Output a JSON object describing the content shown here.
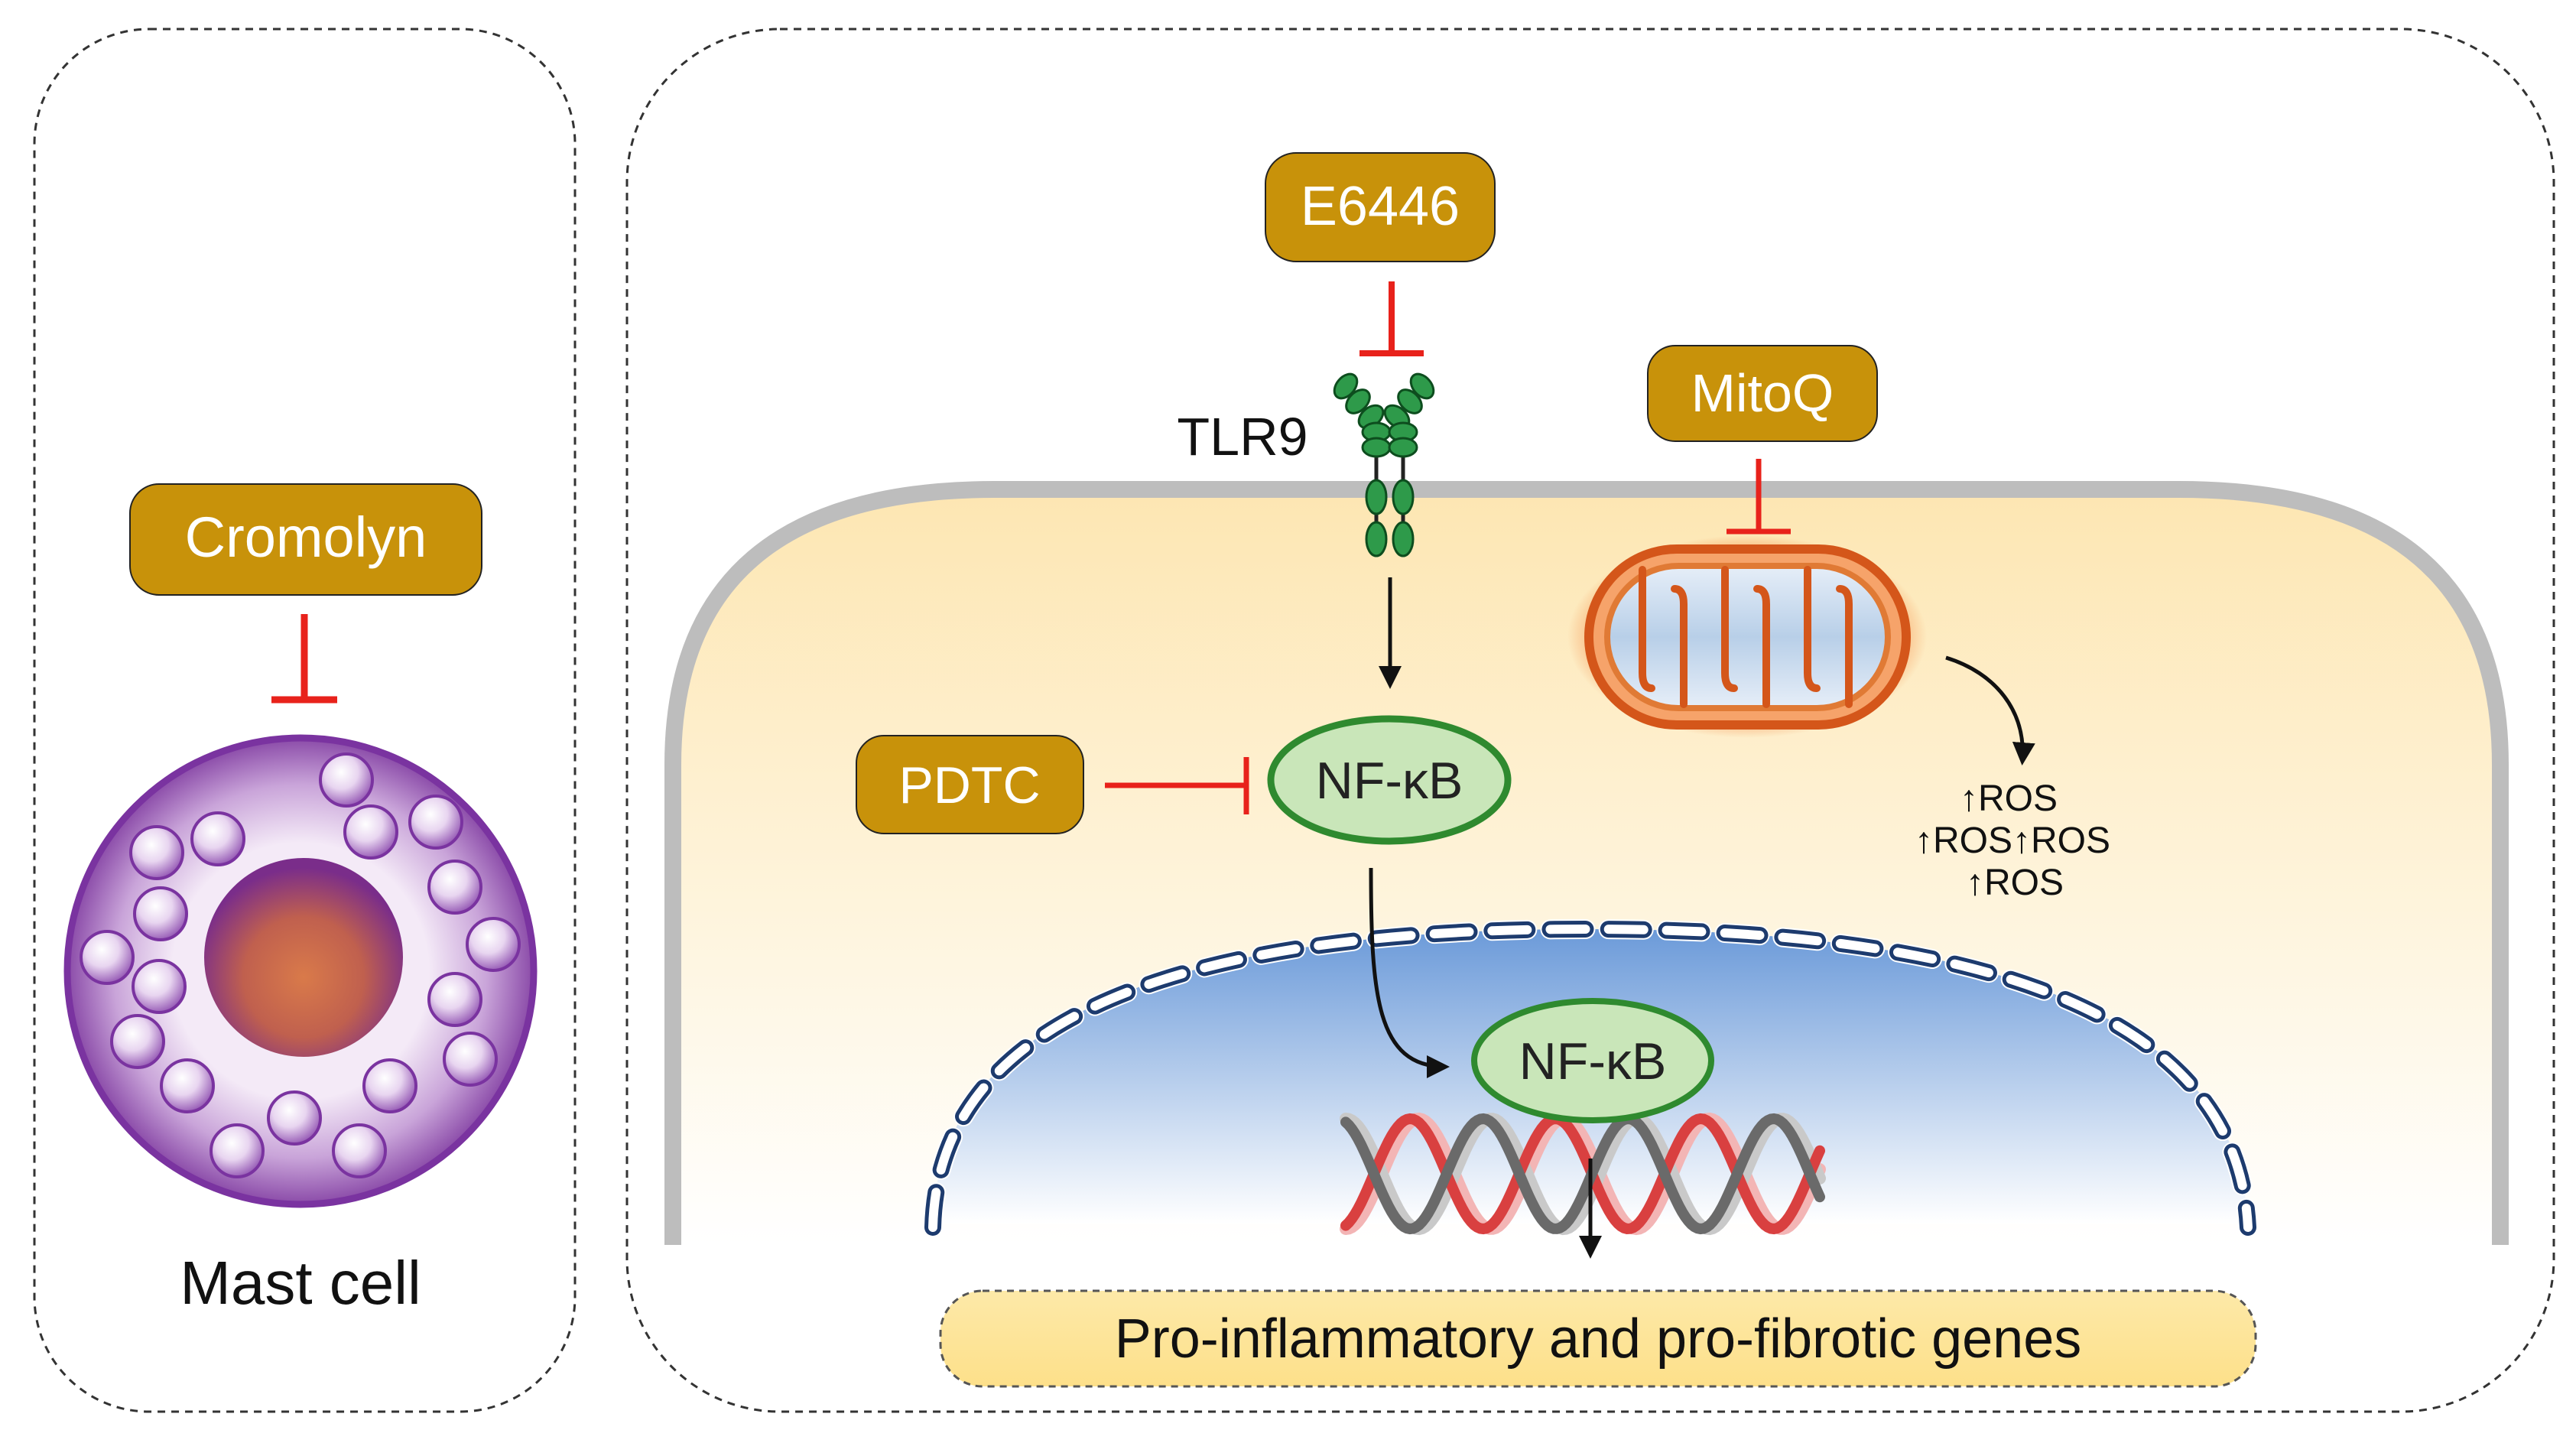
{
  "drugs": {
    "cromolyn": "Cromolyn",
    "e6446": "E6446",
    "mitoq": "MitoQ",
    "pdtc": "PDTC"
  },
  "labels": {
    "mast_cell": "Mast cell",
    "tlr9": "TLR9",
    "nfkb_cytoplasm": "NF-κB",
    "nfkb_nucleus": "NF-κB",
    "genes": "Pro-inflammatory and pro-fibrotic genes",
    "ros": [
      "↑ROS",
      "↑ROS↑ROS",
      "↑ROS"
    ]
  },
  "colors": {
    "drug_box": "#c8920a",
    "inhibition": "#e8221b",
    "nfkb_fill": "#c9e6b9",
    "nfkb_stroke": "#2f8a2f",
    "cytoplasm": "#fdefc9",
    "nucleus": "#6f9fdc",
    "membrane": "#c0c0c0",
    "mast_cell": "#8a3fa8",
    "mitochondria": "#e2621b",
    "genes_box": "#fde79a"
  }
}
